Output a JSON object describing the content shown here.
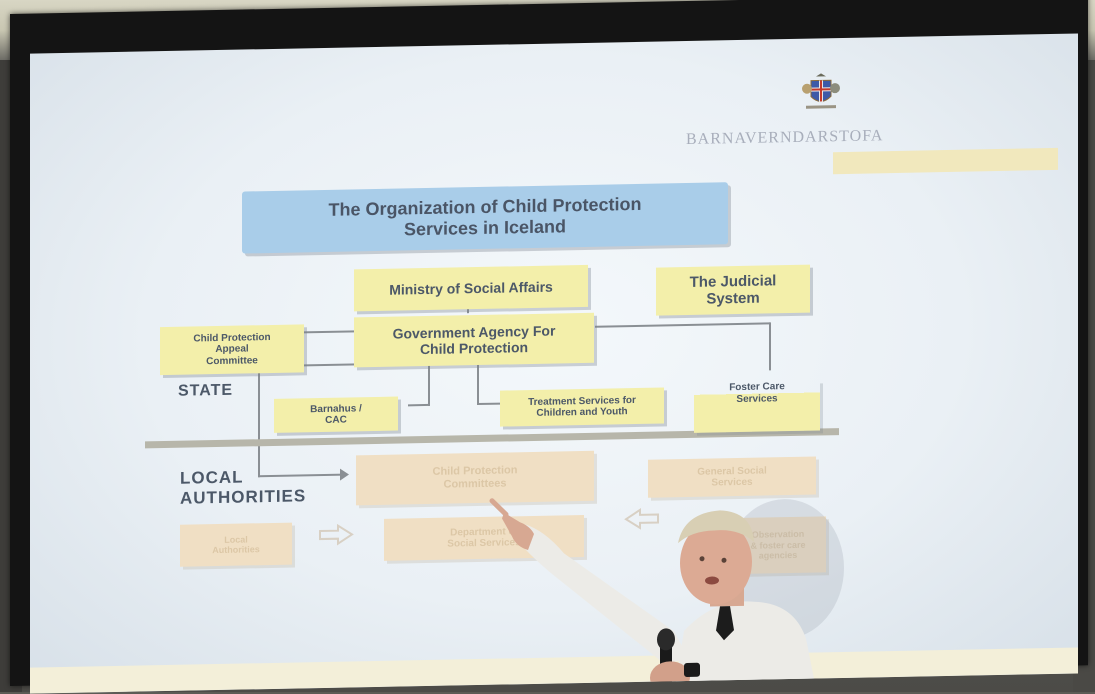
{
  "slide": {
    "brand": "BARNAVERNDARSTOFA",
    "crest_icon": "iceland-coat-of-arms-icon",
    "title_line1": "The Organization of Child Protection",
    "title_line2": "Services in Iceland",
    "ministry": "Ministry of Social Affairs",
    "judicial_line1": "The Judicial",
    "judicial_line2": "System",
    "appeal_line1": "Child Protection",
    "appeal_line2": "Appeal",
    "appeal_line3": "Committee",
    "agency_line1": "Government Agency For",
    "agency_line2": "Child Protection",
    "state_label": "STATE",
    "barnahus_line1": "Barnahus /",
    "barnahus_line2": "CAC",
    "treatment_line1": "Treatment Services for",
    "treatment_line2": "Children and Youth",
    "foster_line1": "Foster Care",
    "foster_line2": "Services",
    "local_line1": "LOCAL",
    "local_line2": "AUTHORITIES",
    "cpc_line1": "Child Protection",
    "cpc_line2": "Committees",
    "general_line1": "General Social",
    "general_line2": "Services",
    "localauth_line1": "Local",
    "localauth_line2": "Authorities",
    "dept_line1": "Department of",
    "dept_line2": "Social Services",
    "obs_line1": "Observation",
    "obs_line2": "& foster care",
    "obs_line3": "agencies"
  },
  "colors": {
    "state_box": "#f3efaa",
    "title_box": "#a9cde9",
    "local_box": "#f0dfc4",
    "text": "#4c5868"
  }
}
